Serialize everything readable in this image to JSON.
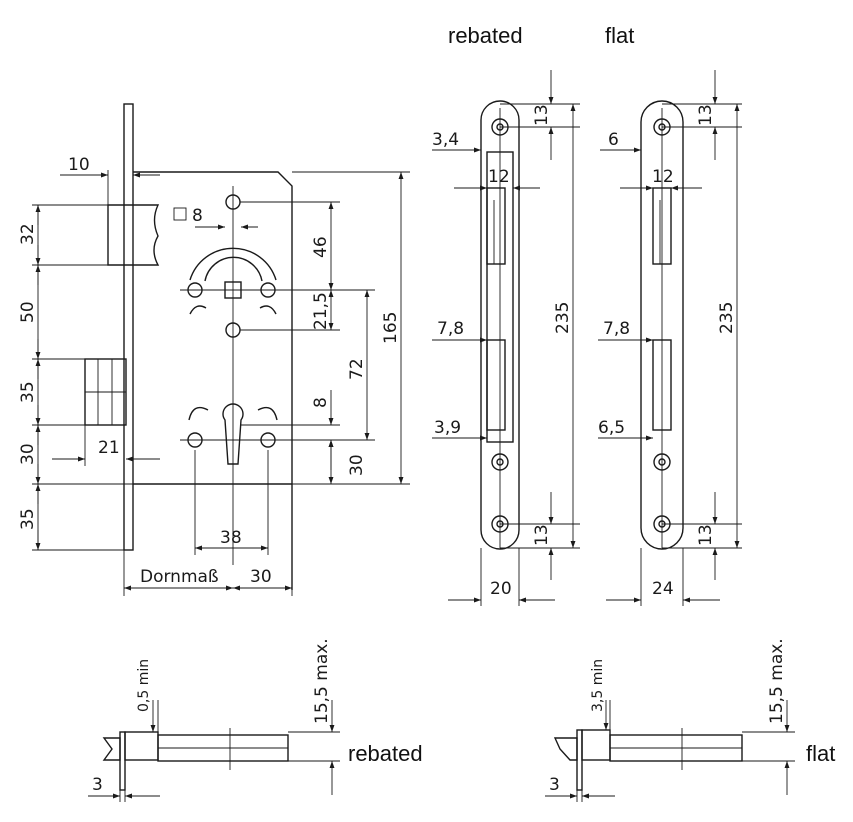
{
  "headings": {
    "rebated": "rebated",
    "flat": "flat"
  },
  "lock_body": {
    "dim_10": "10",
    "dim_8": "8",
    "dim_32": "32",
    "dim_50": "50",
    "dim_35a": "35",
    "dim_30a": "30",
    "dim_35b": "35",
    "dim_21": "21",
    "dim_46": "46",
    "dim_21_5": "21,5",
    "dim_72": "72",
    "dim_165": "165",
    "dim_8b": "8",
    "dim_30b": "30",
    "dim_38": "38",
    "dim_dornmass": "Dornmaß",
    "dim_30c": "30"
  },
  "faceplate_rebated": {
    "dim_13_top": "13",
    "dim_3_4": "3,4",
    "dim_12": "12",
    "dim_235": "235",
    "dim_7_8": "7,8",
    "dim_3_9": "3,9",
    "dim_13_bottom": "13",
    "dim_20": "20"
  },
  "faceplate_flat": {
    "dim_13_top": "13",
    "dim_6": "6",
    "dim_12": "12",
    "dim_235": "235",
    "dim_7_8": "7,8",
    "dim_6_5": "6,5",
    "dim_13_bottom": "13",
    "dim_24": "24"
  },
  "section_rebated": {
    "dim_0_5": "0,5 min",
    "dim_15_5": "15,5 max.",
    "dim_3": "3",
    "label": "rebated"
  },
  "section_flat": {
    "dim_3_5": "3,5 min",
    "dim_15_5": "15,5 max.",
    "dim_3": "3",
    "label": "flat"
  }
}
